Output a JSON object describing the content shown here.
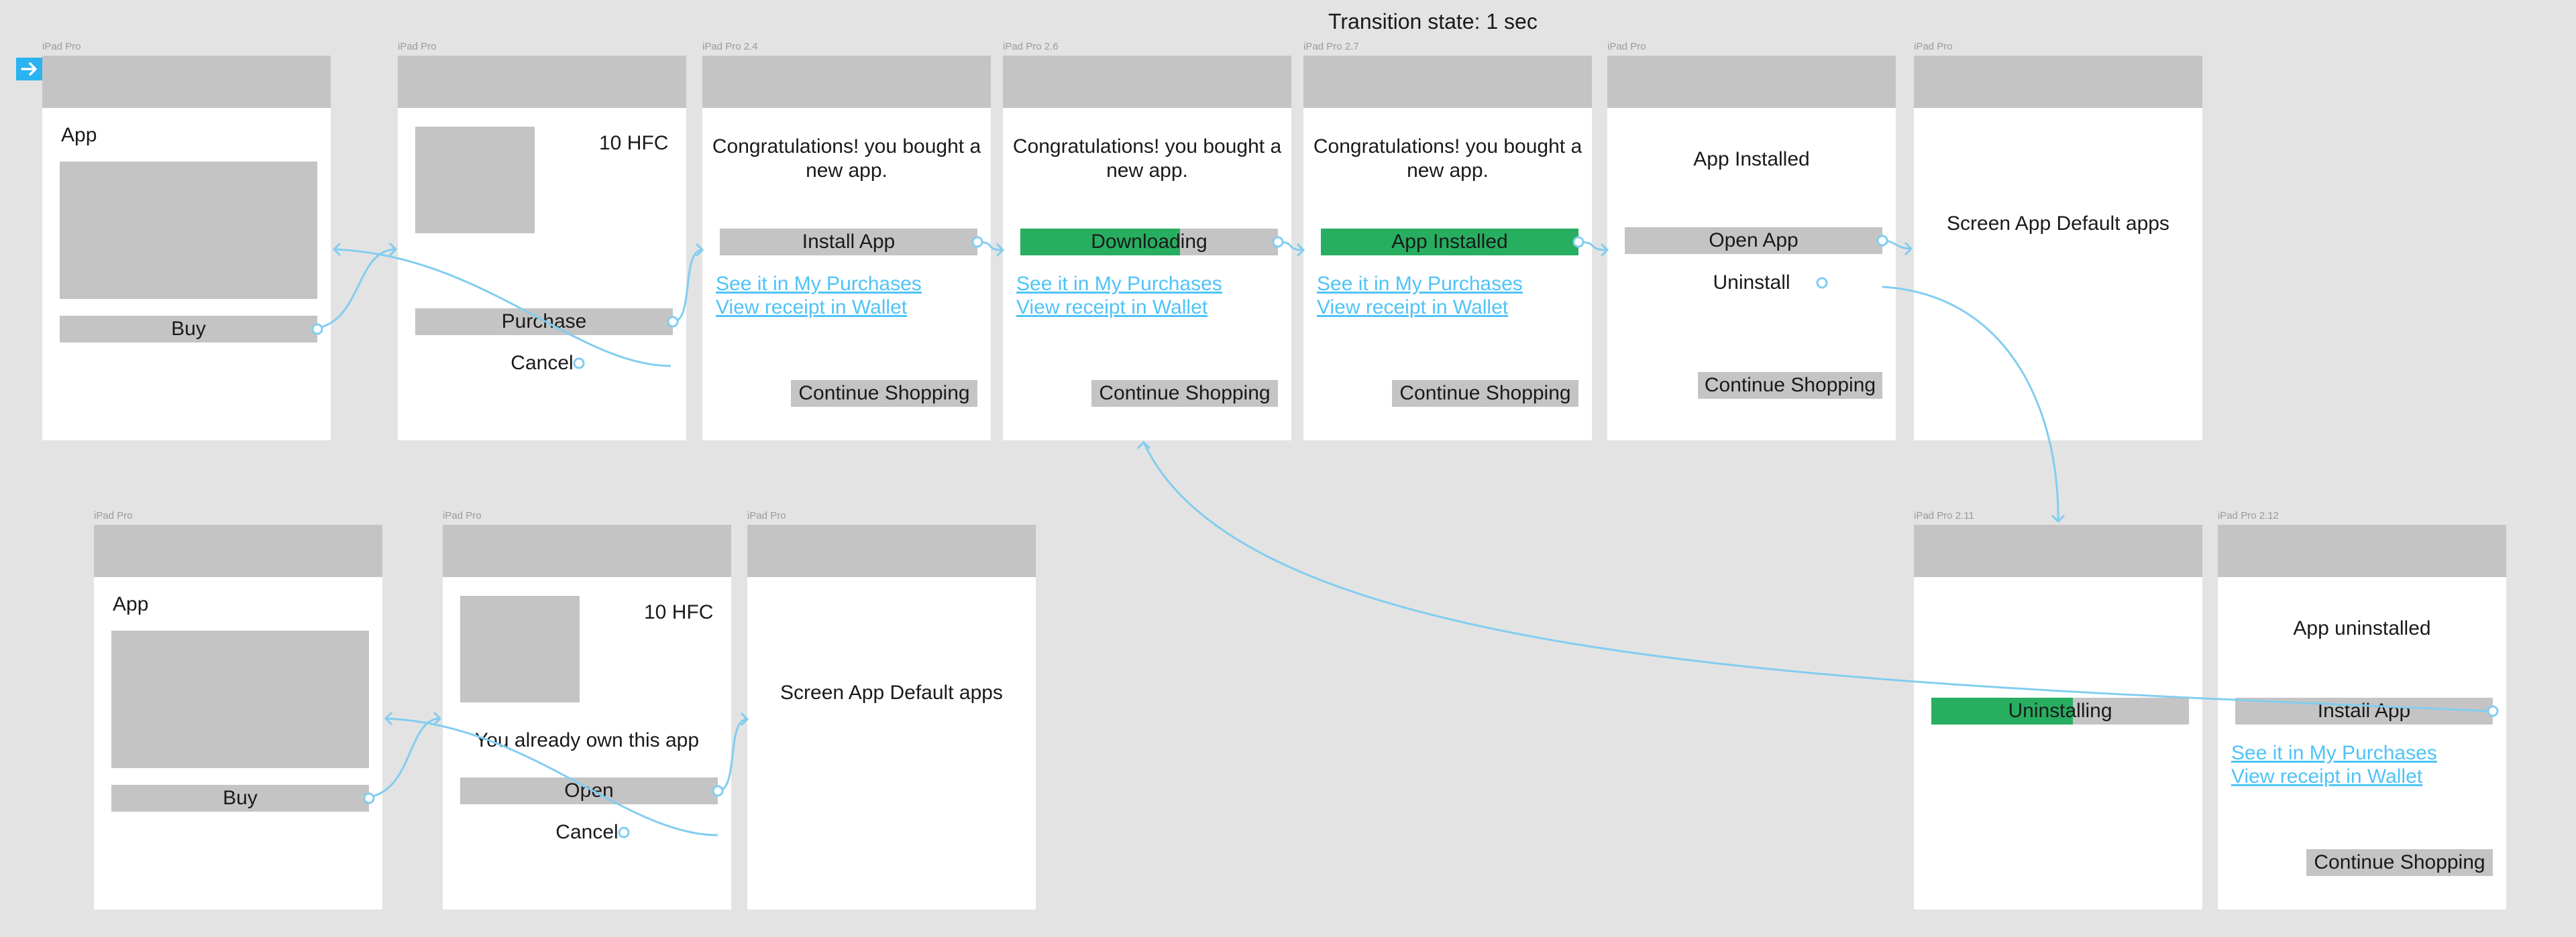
{
  "transition_label": "Transition state: 1 sec",
  "start_marker_icon": "arrow-right-icon",
  "colors": {
    "canvas": "#e3e3e3",
    "header": "#c4c4c4",
    "button": "#c4c4c4",
    "progress_fill": "#27ae60",
    "link": "#4fc3f7",
    "connector": "#82cdf0"
  },
  "frames": [
    {
      "id": "f1",
      "label": "iPad Pro",
      "elements": [
        {
          "id": "f1-app-title",
          "type": "text",
          "text": "App"
        },
        {
          "id": "f1-image",
          "type": "image"
        },
        {
          "id": "f1-buy",
          "type": "button",
          "text": "Buy"
        }
      ]
    },
    {
      "id": "f2",
      "label": "iPad Pro",
      "elements": [
        {
          "id": "f2-image",
          "type": "image"
        },
        {
          "id": "f2-price",
          "type": "text",
          "text": "10 HFC"
        },
        {
          "id": "f2-purchase",
          "type": "button",
          "text": "Purchase"
        },
        {
          "id": "f2-cancel",
          "type": "text",
          "text": "Cancel"
        }
      ]
    },
    {
      "id": "f3",
      "label": "iPad Pro 2.4",
      "elements": [
        {
          "id": "f3-congrats",
          "type": "multiline",
          "text": "Congratulations! you bought a new app."
        },
        {
          "id": "f3-install",
          "type": "button",
          "text": "Install App"
        },
        {
          "id": "f3-link-purchases",
          "type": "link",
          "text": "See it in My Purchases"
        },
        {
          "id": "f3-link-wallet",
          "type": "link",
          "text": "View receipt in Wallet"
        },
        {
          "id": "f3-continue",
          "type": "button",
          "text": "Continue Shopping"
        }
      ]
    },
    {
      "id": "f4",
      "label": "iPad Pro 2.6",
      "elements": [
        {
          "id": "f4-congrats",
          "type": "multiline",
          "text": "Congratulations! you bought a new app."
        },
        {
          "id": "f4-progress",
          "type": "progress",
          "text": "Downloading",
          "fill": 0.62
        },
        {
          "id": "f4-link-purchases",
          "type": "link",
          "text": "See it in My Purchases"
        },
        {
          "id": "f4-link-wallet",
          "type": "link",
          "text": "View receipt in Wallet"
        },
        {
          "id": "f4-continue",
          "type": "button",
          "text": "Continue Shopping"
        }
      ]
    },
    {
      "id": "f5",
      "label": "iPad Pro 2.7",
      "elements": [
        {
          "id": "f5-congrats",
          "type": "multiline",
          "text": "Congratulations! you bought a new app."
        },
        {
          "id": "f5-progress",
          "type": "progress",
          "text": "App Installed",
          "fill": 1
        },
        {
          "id": "f5-link-purchases",
          "type": "link",
          "text": "See it in My Purchases"
        },
        {
          "id": "f5-link-wallet",
          "type": "link",
          "text": "View receipt in Wallet"
        },
        {
          "id": "f5-continue",
          "type": "button",
          "text": "Continue Shopping"
        }
      ]
    },
    {
      "id": "f6",
      "label": "iPad Pro",
      "elements": [
        {
          "id": "f6-title",
          "type": "text",
          "text": "App Installed"
        },
        {
          "id": "f6-open",
          "type": "button",
          "text": "Open App"
        },
        {
          "id": "f6-uninstall",
          "type": "text",
          "text": "Uninstall"
        },
        {
          "id": "f6-continue",
          "type": "button",
          "text": "Continue Shopping"
        }
      ]
    },
    {
      "id": "f7",
      "label": "iPad Pro",
      "elements": [
        {
          "id": "f7-screen",
          "type": "multiline",
          "text": "Screen App Default apps"
        }
      ]
    },
    {
      "id": "f8",
      "label": "iPad Pro",
      "elements": [
        {
          "id": "f8-app-title",
          "type": "text",
          "text": "App"
        },
        {
          "id": "f8-image",
          "type": "image"
        },
        {
          "id": "f8-buy",
          "type": "button",
          "text": "Buy"
        }
      ]
    },
    {
      "id": "f9",
      "label": "iPad Pro",
      "elements": [
        {
          "id": "f9-image",
          "type": "image"
        },
        {
          "id": "f9-price",
          "type": "text",
          "text": "10 HFC"
        },
        {
          "id": "f9-owned",
          "type": "text",
          "text": "You already own this app"
        },
        {
          "id": "f9-open",
          "type": "button",
          "text": "Open"
        },
        {
          "id": "f9-cancel",
          "type": "text",
          "text": "Cancel"
        }
      ]
    },
    {
      "id": "f10",
      "label": "iPad Pro",
      "elements": [
        {
          "id": "f10-screen",
          "type": "multiline",
          "text": "Screen App Default apps"
        }
      ]
    },
    {
      "id": "f11",
      "label": "iPad Pro 2.11",
      "elements": [
        {
          "id": "f11-progress",
          "type": "progress",
          "text": "Uninstalling",
          "fill": 0.55
        }
      ]
    },
    {
      "id": "f12",
      "label": "iPad Pro 2.12",
      "elements": [
        {
          "id": "f12-title",
          "type": "text",
          "text": "App uninstalled"
        },
        {
          "id": "f12-install",
          "type": "button",
          "text": "Install App"
        },
        {
          "id": "f12-link-purchases",
          "type": "link",
          "text": "See it in My Purchases"
        },
        {
          "id": "f12-link-wallet",
          "type": "link",
          "text": "View receipt in Wallet"
        },
        {
          "id": "f12-continue",
          "type": "button",
          "text": "Continue Shopping"
        }
      ]
    }
  ],
  "connections": [
    {
      "from": "f1-buy",
      "to": "f2"
    },
    {
      "from": "f2-purchase",
      "to": "f3"
    },
    {
      "from": "f2-cancel",
      "to": "f1"
    },
    {
      "from": "f3-install",
      "to": "f4"
    },
    {
      "from": "f4-progress",
      "to": "f5"
    },
    {
      "from": "f5-progress",
      "to": "f6"
    },
    {
      "from": "f6-open",
      "to": "f7"
    },
    {
      "from": "f6-uninstall",
      "to": "f11"
    },
    {
      "from": "f12-install",
      "to": "f4"
    },
    {
      "from": "f8-buy",
      "to": "f9"
    },
    {
      "from": "f9-open",
      "to": "f10"
    },
    {
      "from": "f9-cancel",
      "to": "f8"
    }
  ]
}
